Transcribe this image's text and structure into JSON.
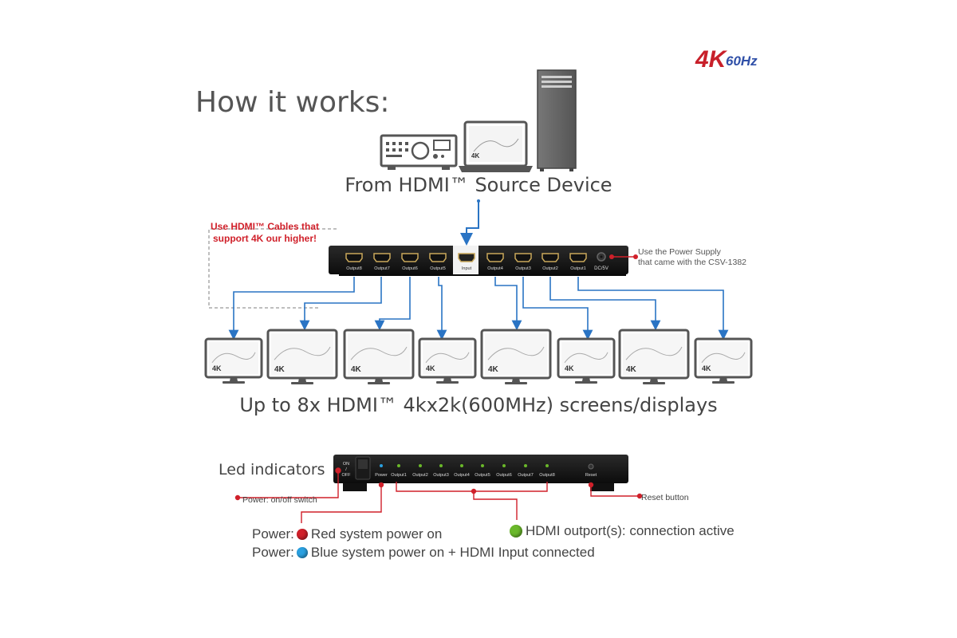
{
  "title": "How it works:",
  "badge": {
    "main": "4K",
    "sub": "60Hz",
    "color_main": "#c8202a",
    "color_sub": "#3050a8"
  },
  "source_label": "From HDMI™ Source Device",
  "cable_note": "Use HDMI™ Cables that support 4K our higher!",
  "power_supply_note_line1": "Use the Power Supply",
  "power_supply_note_line2": "that came with the CSV-1382",
  "ports": [
    "Output8",
    "Output7",
    "Output6",
    "Output5",
    "Input",
    "Output4",
    "Output3",
    "Output2",
    "Output1"
  ],
  "dc_label": "DC/5V",
  "screens_label": "Up to 8x HDMI™ 4kx2k(600MHz) screens/displays",
  "screen_badge": "4K",
  "led_title": "Led indicators",
  "front_panel": {
    "switch_label": [
      "ON",
      "/",
      "OFF"
    ],
    "power": "Power",
    "outputs": [
      "Output1",
      "Output2",
      "Output3",
      "Output4",
      "Output5",
      "Output6",
      "Output7",
      "Output8"
    ],
    "reset": "Reset"
  },
  "onoff_note": "Power: on/off switch",
  "reset_note": "Reset button",
  "legend_red_prefix": "Power:",
  "legend_red_text": "Red system power on",
  "legend_blue_prefix": "Power:",
  "legend_blue_text": "Blue system power on + HDMI Input connected",
  "legend_green_text": "HDMI outport(s): connection active",
  "colors": {
    "arrow": "#2a74c4",
    "red": "#d0202a",
    "green": "#6ab82a",
    "blue": "#2aa0e0"
  }
}
